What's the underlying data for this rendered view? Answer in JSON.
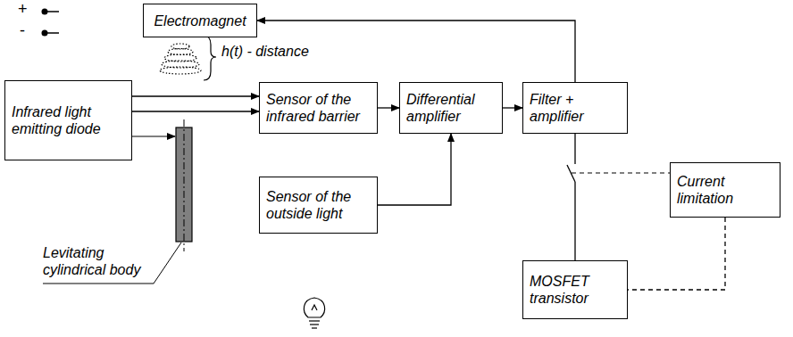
{
  "diagram": {
    "nodes": [
      {
        "text": [
          "Electromagnet"
        ]
      },
      {
        "text": [
          "Infrared light emitting diode"
        ]
      },
      {
        "text": [
          "Sensor of the infrared barrier"
        ]
      },
      {
        "text": [
          "Differential amplifier"
        ]
      },
      {
        "text": [
          "Filter + amplifier"
        ]
      },
      {
        "text": [
          "Sensor of the outside light"
        ]
      },
      {
        "text": [
          "Current limitation"
        ]
      },
      {
        "text": [
          "MOSFET transistor"
        ]
      }
    ],
    "edges": [
      {
        "from": 4,
        "to": 0,
        "arrow": "to"
      },
      {
        "from": 1,
        "to": 2,
        "arrow": "to"
      },
      {
        "from": 2,
        "to": 3,
        "arrow": "to"
      },
      {
        "from": 5,
        "to": 3,
        "arrow": "to"
      },
      {
        "from": 3,
        "to": 4,
        "arrow": "to"
      },
      {
        "from": 4,
        "to": 7,
        "arrow": "none"
      },
      {
        "from": 6,
        "to": 7,
        "arrow": "none"
      }
    ],
    "labels": [
      "+",
      "-",
      "h(t) - distance",
      "Levitating cylindrical body"
    ]
  }
}
